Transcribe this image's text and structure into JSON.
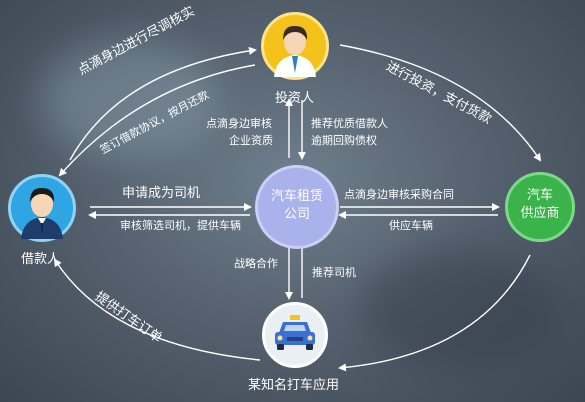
{
  "nodes": {
    "investor": "投资人",
    "borrower": "借款人",
    "supplier": [
      "汽车",
      "供应商"
    ],
    "center": [
      "汽车租赁",
      "公司"
    ],
    "app": "某知名打车应用"
  },
  "edges": {
    "investor_to_borrower_top": "点滴身边进行尽调核实",
    "investor_to_borrower_inner": "签订借款协议，按月还款",
    "investor_to_supplier": "进行投资，支付货款",
    "center_to_investor_1": "点滴身边审核",
    "center_to_investor_2": "企业资质",
    "investor_to_center_1": "推荐优质借款人",
    "investor_to_center_2": "逾期回购债权",
    "borrower_to_center": "申请成为司机",
    "center_to_borrower": "审核筛选司机，提供车辆",
    "center_to_supplier": "点滴身边审核采购合同",
    "supplier_to_center": "供应车辆",
    "center_to_app": "战略合作",
    "app_to_center": "推荐司机",
    "app_to_borrower": "提供打车订单"
  },
  "colors": {
    "investor_node": "#f3c21b",
    "borrower_node": "#2fa6e3",
    "supplier_node": "#39b34a",
    "center_node": "#a9b2ea",
    "app_node": "#e9eff3",
    "arrow": "#ffffff"
  },
  "icons": [
    "investor-avatar-icon",
    "borrower-avatar-icon",
    "taxi-car-icon"
  ]
}
